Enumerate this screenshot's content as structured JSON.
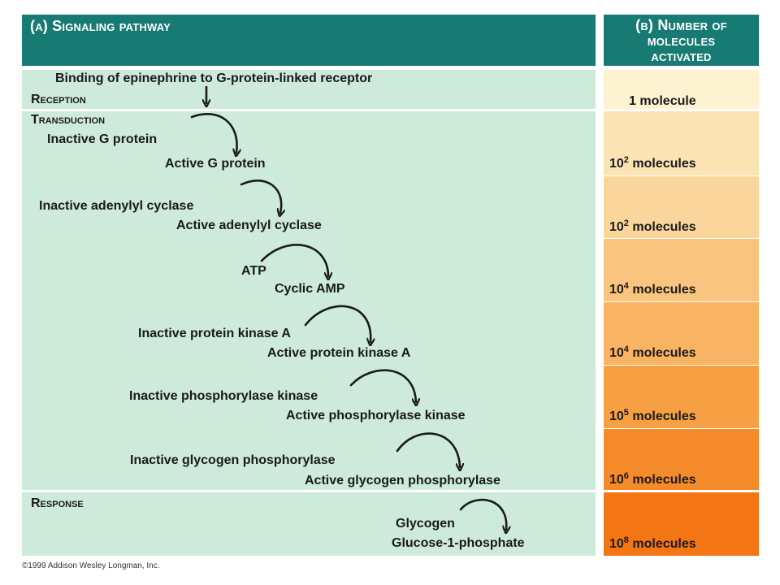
{
  "header": {
    "left_title": "(a) Signaling pathway",
    "right_title_line1": "(b) Number of",
    "right_title_line2": "molecules",
    "right_title_line3": "activated"
  },
  "sections": {
    "reception": "Reception",
    "transduction": "Transduction",
    "response": "Response"
  },
  "pathway": {
    "binding": "Binding of epinephrine to G-protein-linked receptor",
    "inactive_g": "Inactive G protein",
    "active_g": "Active G protein",
    "inactive_ac": "Inactive adenylyl cyclase",
    "active_ac": "Active adenylyl cyclase",
    "atp": "ATP",
    "camp": "Cyclic AMP",
    "inactive_pka": "Inactive protein kinase A",
    "active_pka": "Active protein kinase A",
    "inactive_pk": "Inactive phosphorylase kinase",
    "active_pk": "Active phosphorylase kinase",
    "inactive_gp": "Inactive glycogen phosphorylase",
    "active_gp": "Active glycogen phosphorylase",
    "glycogen": "Glycogen",
    "g1p": "Glucose-1-phosphate"
  },
  "counts": [
    {
      "base": "1 molecule",
      "exp": "",
      "suffix": "",
      "color": "#fdf3d0"
    },
    {
      "base": "10",
      "exp": "2",
      "suffix": " molecules",
      "color": "#fbe3b4"
    },
    {
      "base": "10",
      "exp": "2",
      "suffix": " molecules",
      "color": "#fad69c"
    },
    {
      "base": "10",
      "exp": "4",
      "suffix": " molecules",
      "color": "#f9c57e"
    },
    {
      "base": "10",
      "exp": "4",
      "suffix": " molecules",
      "color": "#f8b462"
    },
    {
      "base": "10",
      "exp": "5",
      "suffix": " molecules",
      "color": "#f6a043"
    },
    {
      "base": "10",
      "exp": "6",
      "suffix": " molecules",
      "color": "#f58a2a"
    },
    {
      "base": "10",
      "exp": "8",
      "suffix": " molecules",
      "color": "#f47514"
    }
  ],
  "credit": "©1999 Addison Wesley Longman, Inc.",
  "colors": {
    "header": "#177a73",
    "panel": "#cdeadb"
  }
}
